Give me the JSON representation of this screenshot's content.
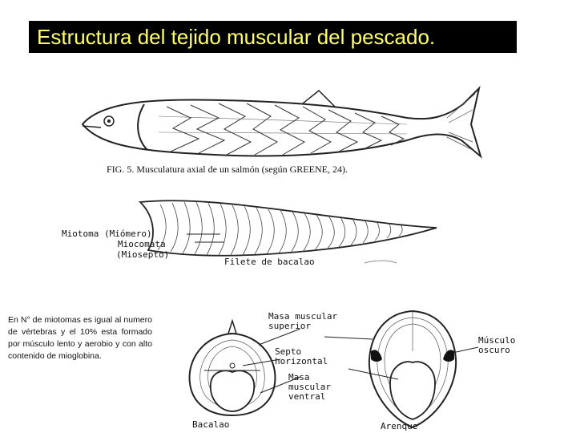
{
  "slide": {
    "title": "Estructura del tejido muscular del pescado.",
    "note": "En N° de miotomas es igual al numero de vértebras y el 10% esta formado por músculo lento y aerobio y con alto contenido de mioglobina."
  },
  "salmon_figure": {
    "caption": "FIG. 5.   Musculatura axial de un salmón (según GREENE, 24)."
  },
  "cod_figure": {
    "label_myotome": "Miotoma (Miómero)",
    "label_myocomma": "Miocomata",
    "label_myoseptum": "(Miosepto)",
    "caption": "Filete de bacalao"
  },
  "cross_sections": {
    "label_upper_mass_1": "Masa muscular",
    "label_upper_mass_2": "superior",
    "label_septum_1": "Septo",
    "label_septum_2": "horizontal",
    "label_ventral_1": "Masa",
    "label_ventral_2": "muscular",
    "label_ventral_3": "ventral",
    "label_dark_1": "Músculo",
    "label_dark_2": "oscuro",
    "name_cod": "Bacalao",
    "name_herring": "Arenque"
  }
}
